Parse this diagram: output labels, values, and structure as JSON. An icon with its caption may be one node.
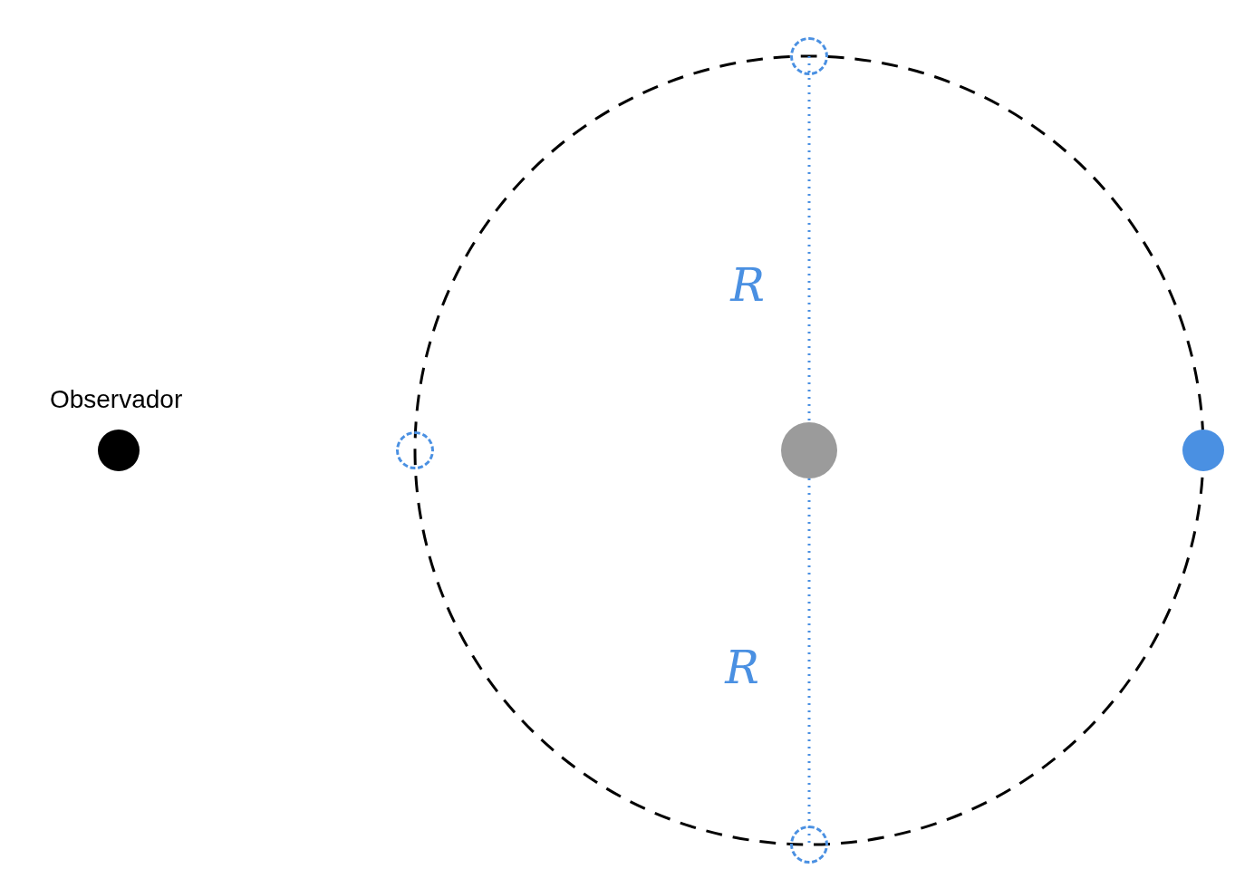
{
  "diagram": {
    "nodes": [
      {
        "text": [
          "Observador"
        ]
      },
      {
        "text": [],
        "shape": "circle"
      },
      {
        "text": [],
        "shape": "circle"
      },
      {
        "text": [],
        "shape": "circle"
      },
      {
        "text": [],
        "shape": "circle"
      },
      {
        "text": [],
        "shape": "circle"
      }
    ],
    "edges": [],
    "labels": [
      "R",
      "R"
    ]
  }
}
